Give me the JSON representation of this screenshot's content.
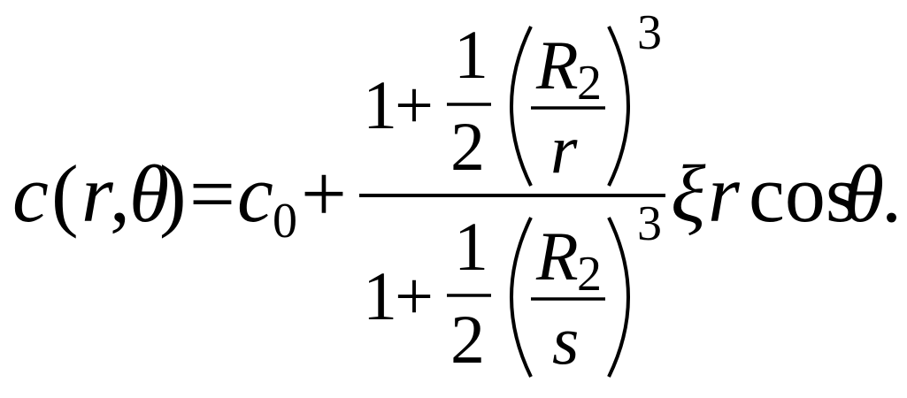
{
  "equation": {
    "lhs": {
      "func": "c",
      "open_paren": "(",
      "arg1": "r",
      "comma": ",",
      "arg2": "θ",
      "close_paren": ")"
    },
    "equals": "=",
    "c0": {
      "base": "c",
      "subscript": "0"
    },
    "plus": "+",
    "numerator": {
      "one": "1",
      "plus": "+",
      "half_num": "1",
      "half_den": "2",
      "ratio_num": {
        "base": "R",
        "subscript": "2"
      },
      "ratio_den": "r",
      "exponent": "3"
    },
    "denominator": {
      "one": "1",
      "plus": "+",
      "half_num": "1",
      "half_den": "2",
      "ratio_num": {
        "base": "R",
        "subscript": "2"
      },
      "ratio_den": "s",
      "exponent": "3"
    },
    "tail": {
      "xi": "ξ",
      "r": "r",
      "cos": "cos",
      "theta": "θ",
      "period": "."
    }
  }
}
